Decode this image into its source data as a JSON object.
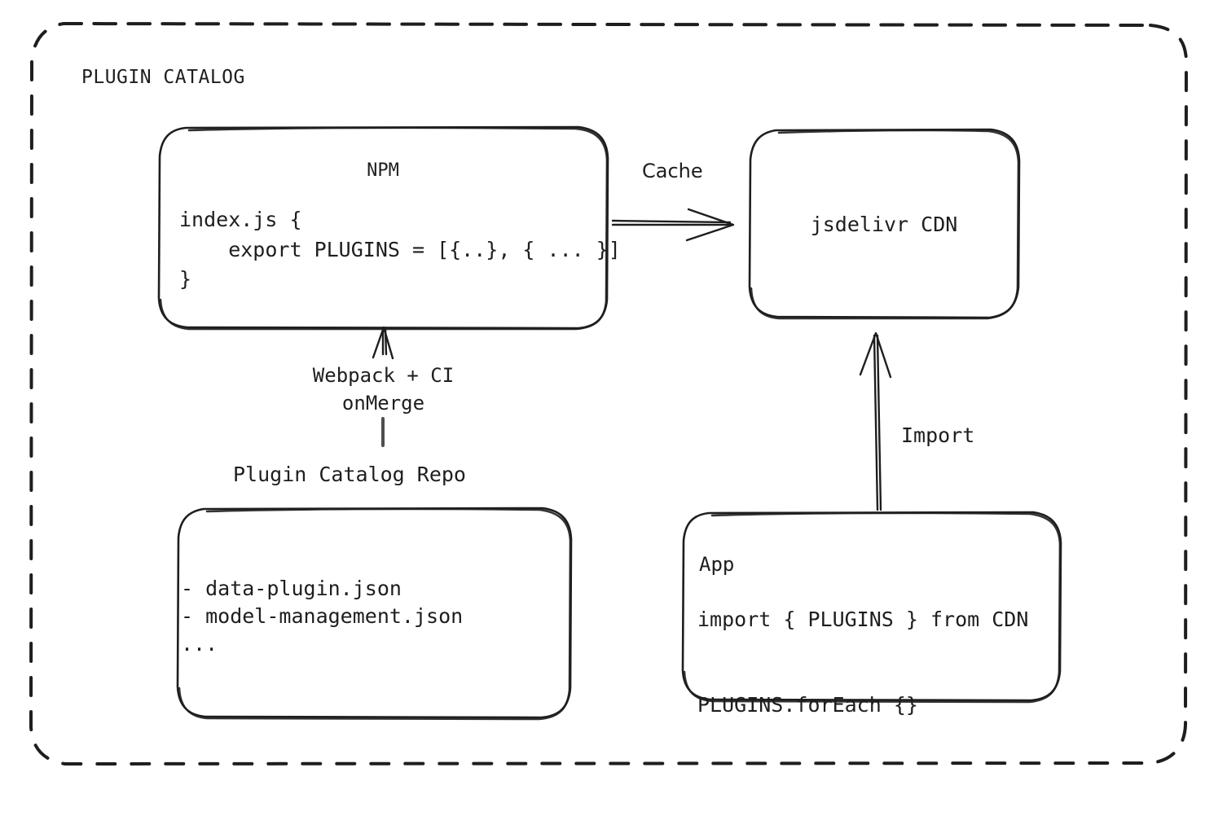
{
  "frame": {
    "title": "PLUGIN CATALOG",
    "border_style": "dashed",
    "stroke_color": "#1e1e1e"
  },
  "nodes": {
    "npm": {
      "title": "NPM",
      "code": "index.js {\n    export PLUGINS = [{..}, { ... }]\n}"
    },
    "cdn": {
      "title": "jsdelivr CDN"
    },
    "repo": {
      "caption": "Plugin Catalog Repo",
      "files": "- data-plugin.json\n- model-management.json\n..."
    },
    "app": {
      "title": "App",
      "code": "import { PLUGINS } from CDN\n\nPLUGINS.forEach {}"
    }
  },
  "edges": {
    "npm_to_cdn": {
      "label": "Cache"
    },
    "repo_to_npm": {
      "label": "Webpack + CI\nonMerge"
    },
    "app_to_cdn": {
      "label": "Import"
    }
  },
  "colors": {
    "stroke": "#1e1e1e",
    "text": "#1e1e1e",
    "background": "#ffffff"
  }
}
